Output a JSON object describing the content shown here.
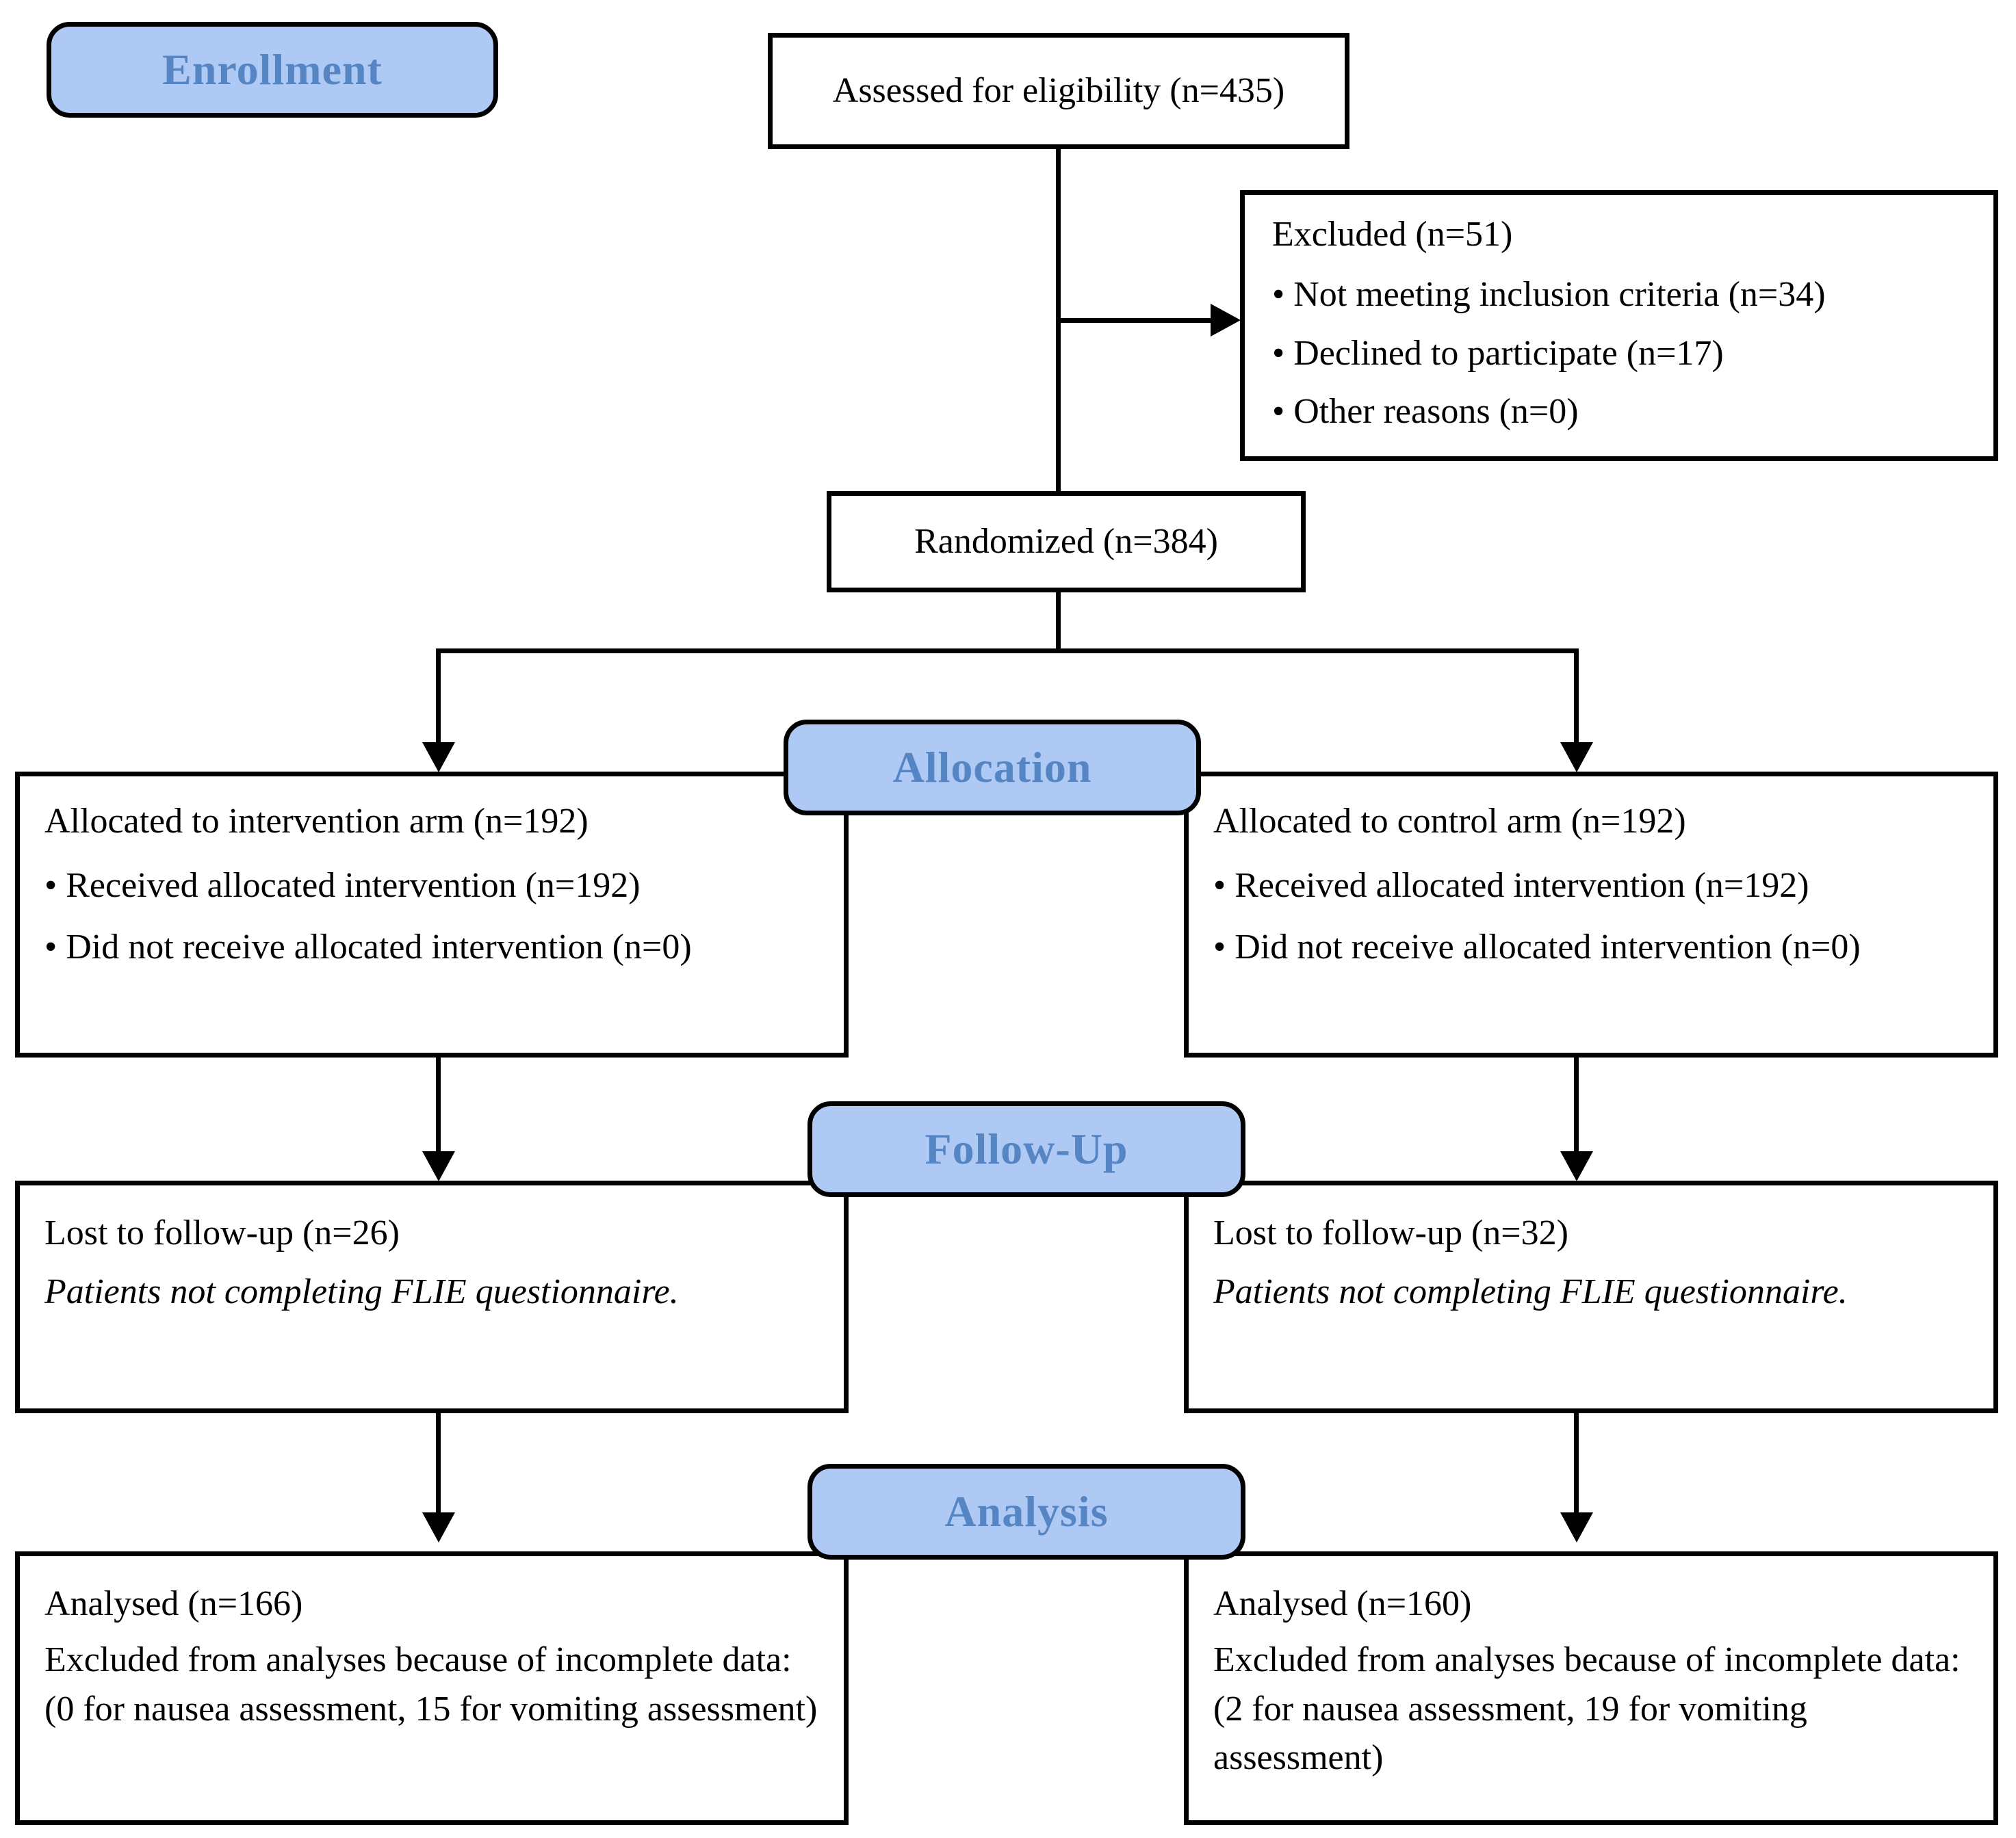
{
  "diagram": {
    "title": "CONSORT participant flow diagram",
    "accent_blue_fill": "#AFC9F5",
    "accent_blue_text": "#5585C3",
    "line_color": "#000000",
    "background": "#ffffff"
  },
  "stages": {
    "enrollment": "Enrollment",
    "allocation": "Allocation",
    "follow_up": "Follow-Up",
    "analysis": "Analysis"
  },
  "enrollment": {
    "assessed": "Assessed for eligibility (n=435)",
    "excluded_heading": "Excluded (n=51)",
    "excluded_reasons": [
      "Not meeting inclusion criteria (n=34)",
      "Declined to participate (n=17)",
      "Other reasons (n=0)"
    ],
    "randomized": "Randomized (n=384)"
  },
  "allocation": {
    "left": {
      "heading": "Allocated to intervention arm (n=192)",
      "bullets": [
        "Received allocated intervention (n=192)",
        "Did not receive allocated intervention (n=0)"
      ]
    },
    "right": {
      "heading": "Allocated to control arm (n=192)",
      "bullets": [
        "Received allocated intervention (n=192)",
        "Did not receive allocated intervention (n=0)"
      ]
    }
  },
  "follow_up": {
    "left": {
      "heading": "Lost to follow-up (n=26)",
      "note": "Patients not completing FLIE questionnaire."
    },
    "right": {
      "heading": "Lost to follow-up (n=32)",
      "note": "Patients not completing FLIE questionnaire."
    }
  },
  "analysis": {
    "left": {
      "heading": "Analysed (n=166)",
      "detail": "Excluded from analyses because of incomplete data: (0 for nausea assessment, 15 for vomiting assessment)"
    },
    "right": {
      "heading": "Analysed  (n=160)",
      "detail": "Excluded from analyses because of incomplete data: (2 for nausea assessment, 19 for vomiting assessment)"
    }
  },
  "chart_data": {
    "type": "diagram",
    "title": "CONSORT flow diagram",
    "nodes": [
      {
        "id": "assessed",
        "label": "Assessed for eligibility (n=435)",
        "n": 435,
        "stage": "Enrollment"
      },
      {
        "id": "excluded",
        "label": "Excluded (n=51)",
        "n": 51,
        "stage": "Enrollment"
      },
      {
        "id": "excluded_criteria",
        "label": "Not meeting inclusion criteria (n=34)",
        "n": 34,
        "stage": "Enrollment"
      },
      {
        "id": "excluded_declined",
        "label": "Declined to participate (n=17)",
        "n": 17,
        "stage": "Enrollment"
      },
      {
        "id": "excluded_other",
        "label": "Other reasons (n=0)",
        "n": 0,
        "stage": "Enrollment"
      },
      {
        "id": "randomized",
        "label": "Randomized (n=384)",
        "n": 384,
        "stage": "Enrollment"
      },
      {
        "id": "alloc_intervention",
        "label": "Allocated to intervention arm (n=192)",
        "n": 192,
        "stage": "Allocation"
      },
      {
        "id": "alloc_control",
        "label": "Allocated to control arm (n=192)",
        "n": 192,
        "stage": "Allocation"
      },
      {
        "id": "lost_intervention",
        "label": "Lost to follow-up (n=26)",
        "n": 26,
        "stage": "Follow-Up"
      },
      {
        "id": "lost_control",
        "label": "Lost to follow-up (n=32)",
        "n": 32,
        "stage": "Follow-Up"
      },
      {
        "id": "analysed_intervention",
        "label": "Analysed (n=166)",
        "n": 166,
        "stage": "Analysis"
      },
      {
        "id": "analysed_control",
        "label": "Analysed  (n=160)",
        "n": 160,
        "stage": "Analysis"
      }
    ],
    "edges": [
      {
        "from": "assessed",
        "to": "excluded"
      },
      {
        "from": "assessed",
        "to": "randomized"
      },
      {
        "from": "randomized",
        "to": "alloc_intervention"
      },
      {
        "from": "randomized",
        "to": "alloc_control"
      },
      {
        "from": "alloc_intervention",
        "to": "lost_intervention"
      },
      {
        "from": "alloc_control",
        "to": "lost_control"
      },
      {
        "from": "lost_intervention",
        "to": "analysed_intervention"
      },
      {
        "from": "lost_control",
        "to": "analysed_control"
      }
    ]
  }
}
